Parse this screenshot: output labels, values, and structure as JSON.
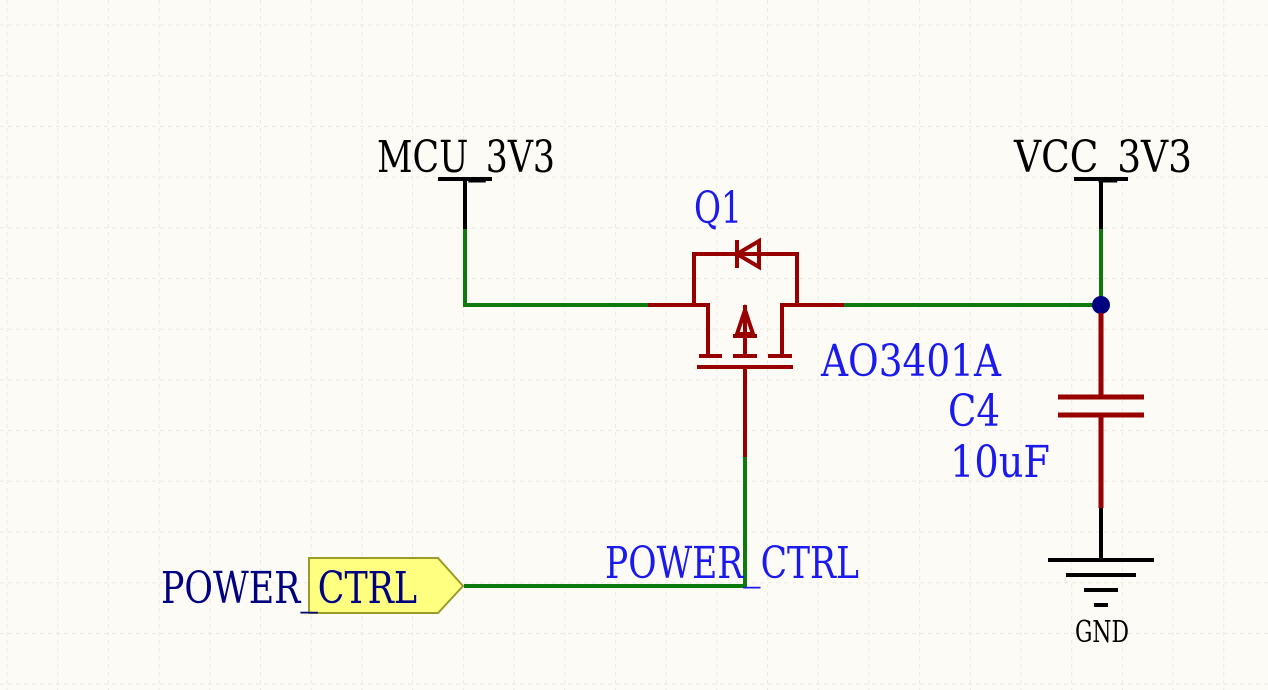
{
  "labels": {
    "mcu_net": "MCU_3V3",
    "vcc_net": "VCC_3V3",
    "q_designator": "Q1",
    "q_part": "AO3401A",
    "c_designator": "C4",
    "c_value": "10uF",
    "gnd": "GND",
    "port_name": "POWER_CTRL",
    "port_text": "CTRL",
    "wire_net": "POWER_CTRL"
  },
  "colors": {
    "background": "#fdfbf6",
    "grid": "#ece9df",
    "wire": "#0e7a0e",
    "component": "#980000",
    "power": "#000000",
    "designator": "#1a1aee",
    "net_label": "#000080",
    "junction": "#000080",
    "port_fill": "#ffff80",
    "port_stroke": "#9b9b2a"
  },
  "icons": {
    "transistor": "p-channel-mosfet-symbol",
    "capacitor": "capacitor-symbol",
    "ground": "ground-symbol",
    "power_port": "power-bar-symbol",
    "port": "net-port-symbol"
  }
}
